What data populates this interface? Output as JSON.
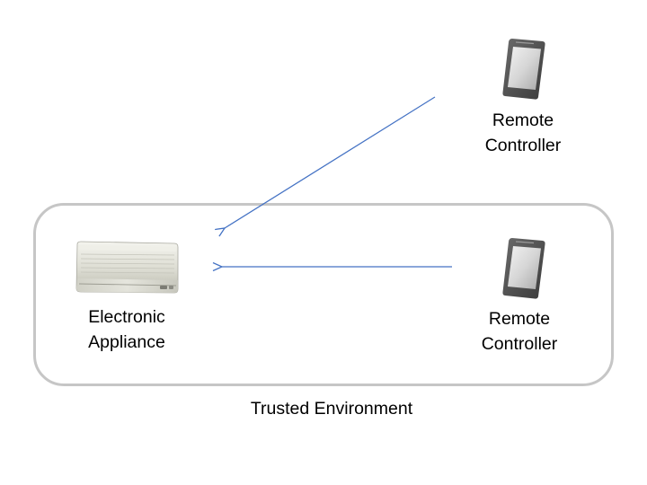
{
  "remote_top": {
    "line1": "Remote",
    "line2": "Controller",
    "icon": "smartphone-icon"
  },
  "remote_bottom": {
    "line1": "Remote",
    "line2": "Controller",
    "icon": "smartphone-icon"
  },
  "appliance": {
    "line1": "Electronic",
    "line2": "Appliance",
    "icon": "air-conditioner-icon"
  },
  "environment": {
    "label": "Trusted Environment"
  },
  "colors": {
    "arrow": "#4472c4",
    "box_border": "#c6c6c6"
  }
}
